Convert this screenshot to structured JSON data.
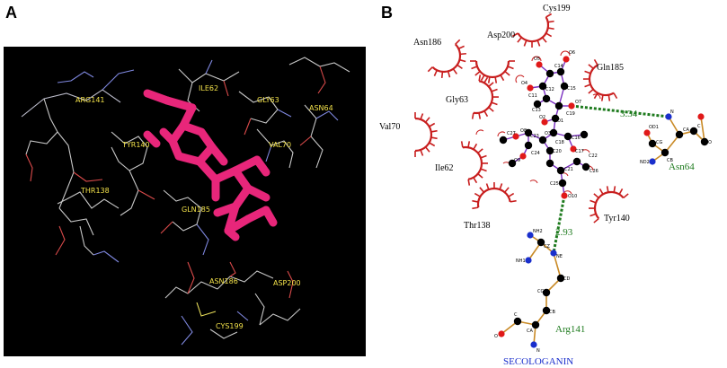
{
  "panels": {
    "a_label": "A",
    "b_label": "B"
  },
  "panel_a": {
    "labels": {
      "arg141": "ARG141",
      "ile62": "ILE62",
      "gly63": "GLY63",
      "asn64": "ASN64",
      "tyr140": "TYR140",
      "val70": "VAL70",
      "thr138": "THR138",
      "gln185": "GLN185",
      "asn186": "ASN186",
      "asp200": "ASP200",
      "cys199": "CYS199"
    },
    "colors": {
      "background": "#000000",
      "ligand": "#e8267a",
      "labels": "#f2e14a"
    }
  },
  "panel_b": {
    "residues": {
      "cys199": "Cys199",
      "asn186": "Asn186",
      "asp200": "Asp200",
      "gln185": "Gln185",
      "gly63": "Gly63",
      "val70": "Val70",
      "ile62": "Ile62",
      "thr138": "Thr138",
      "tyr140": "Tyr140"
    },
    "hbond_residues": {
      "asn64": "Asn64",
      "arg141": "Arg141"
    },
    "distances": {
      "d1": "3.34",
      "d2": "2.93"
    },
    "ligand_name": "SECOLOGANIN",
    "atoms": {
      "o5": "O5",
      "o6": "O6",
      "c14": "C14",
      "o4": "O4",
      "c12": "C12",
      "c15": "C15",
      "c11": "C11",
      "c13": "C13",
      "o7": "O7",
      "c19": "C19",
      "o2": "O2",
      "o1": "O1",
      "c27": "C27",
      "o8": "O8",
      "c23": "C23",
      "o3": "O3",
      "c18": "C18",
      "c16": "C16",
      "c24": "C24",
      "c20": "C20",
      "c22": "C22",
      "o9": "O9",
      "c17": "C17",
      "c26": "C26",
      "c21": "C21",
      "c25": "C25",
      "o10": "O10",
      "n": "N",
      "od1": "OD1",
      "cg": "CG",
      "ca": "CA",
      "c": "C",
      "o": "O",
      "nd2": "ND2",
      "cb": "CB",
      "nh2": "NH2",
      "cz": "CZ",
      "nh1": "NH1",
      "ne": "NE",
      "cd": "CD",
      "cg2": "CG",
      "cb2": "CB",
      "c2": "C",
      "ca2": "CA",
      "o2b": "O",
      "n2": "N"
    },
    "colors": {
      "hbond": "#1d7a1d",
      "arc": "#c81e1e",
      "bond_ligand": "#7a2ec0",
      "bond_residue": "#c98a26",
      "carbon": "#000000",
      "oxygen": "#e01919",
      "nitrogen": "#1a2fcc"
    }
  }
}
